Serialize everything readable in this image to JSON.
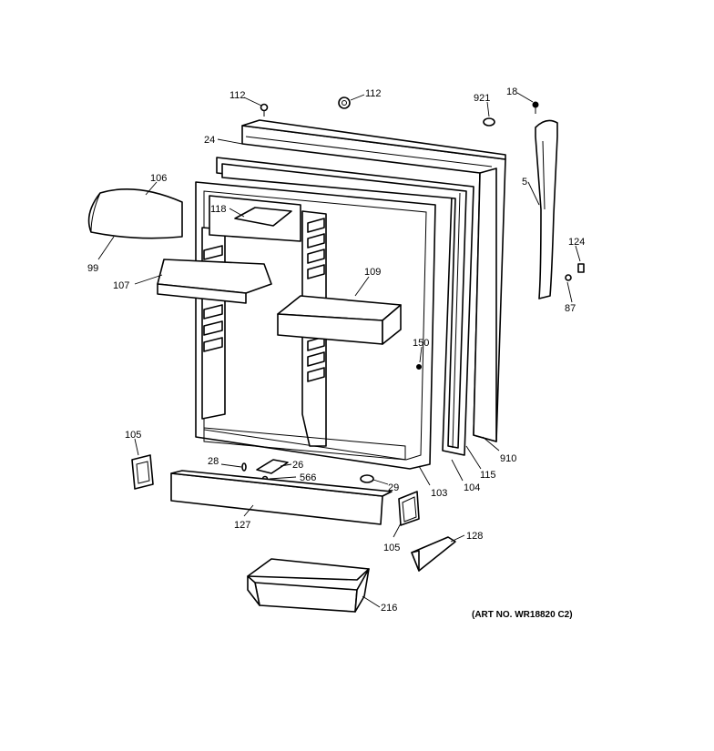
{
  "diagram": {
    "art_number": "(ART NO. WR18820 C2)",
    "callouts": {
      "c112a": "112",
      "c112b": "112",
      "c921": "921",
      "c18": "18",
      "c24": "24",
      "c106": "106",
      "c99": "99",
      "c118": "118",
      "c107": "107",
      "c109": "109",
      "c5": "5",
      "c124": "124",
      "c87": "87",
      "c150": "150",
      "c105a": "105",
      "c28": "28",
      "c26": "26",
      "c566": "566",
      "c29": "29",
      "c103": "103",
      "c104": "104",
      "c115": "115",
      "c910": "910",
      "c127": "127",
      "c105b": "105",
      "c128": "128",
      "c216": "216"
    }
  }
}
